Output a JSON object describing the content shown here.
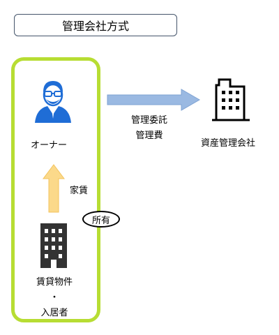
{
  "title": "管理会社方式",
  "owner": {
    "label": "オーナー",
    "icon": "person-with-glasses-icon"
  },
  "tenant": {
    "line1": "賃貸物件",
    "dot": "・",
    "line2": "入居者",
    "icon": "apartment-building-icon"
  },
  "management_company": {
    "label": "資産管理会社",
    "icon": "office-building-icon"
  },
  "arrow_right": {
    "line1": "管理委託",
    "line2": "管理費"
  },
  "arrow_up": {
    "label": "家賃"
  },
  "ownership": {
    "label": "所有"
  },
  "colors": {
    "frame": "#b7dd33",
    "person": "#1f6dd6",
    "arrow_blue": "#9ab9e2",
    "arrow_orange": "#fbd98a",
    "building_dark": "#333333"
  }
}
